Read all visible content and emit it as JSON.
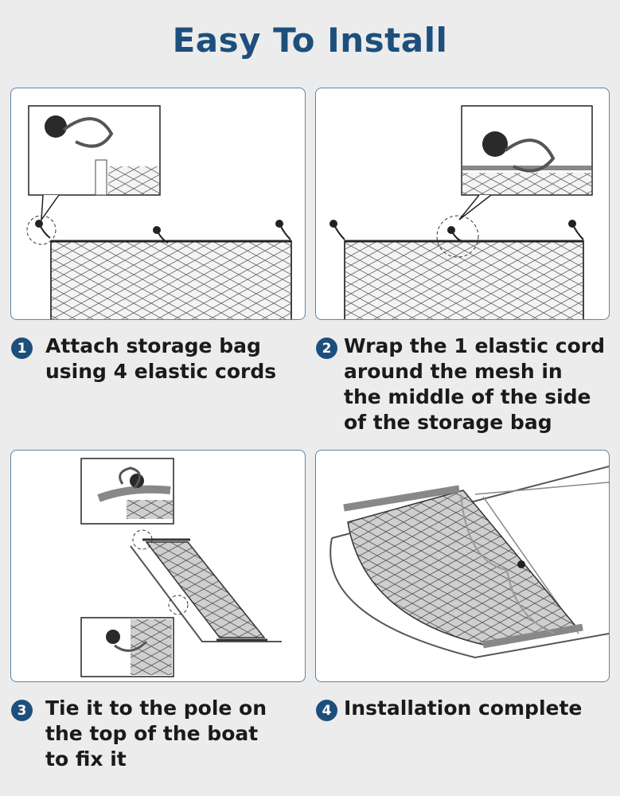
{
  "title": "Easy To Install",
  "colors": {
    "accent": "#1d4f7c",
    "background": "#ececec",
    "panel_border": "#5b84a8"
  },
  "steps": [
    {
      "number": "1",
      "text": "Attach storage bag\nusing 4 elastic cords"
    },
    {
      "number": "2",
      "text": "Wrap the 1 elastic cord\naround the mesh in\nthe middle of the side\nof the storage bag"
    },
    {
      "number": "3",
      "text": "Tie it to the pole on\nthe top of the boat\nto fix it"
    },
    {
      "number": "4",
      "text": "Installation complete"
    }
  ]
}
